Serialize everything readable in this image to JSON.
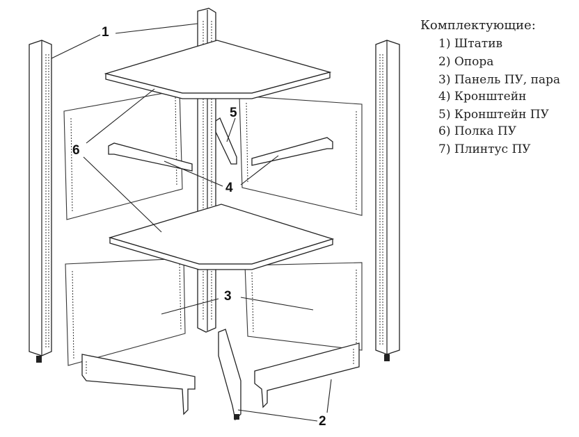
{
  "legend": {
    "title": "Комплектующие:",
    "items": [
      "1) Штатив",
      "2) Опора",
      "3) Панель ПУ, пара",
      "4) Кронштейн",
      "5) Кронштейн ПУ",
      "6) Полка ПУ",
      "7) Плинтус ПУ"
    ]
  },
  "callouts": {
    "c1": "1",
    "c2": "2",
    "c3": "3",
    "c4": "4",
    "c5": "5",
    "c6": "6"
  }
}
